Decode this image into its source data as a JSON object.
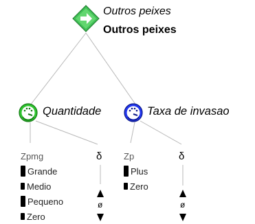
{
  "root": {
    "icon": "green-arrow-diamond-icon",
    "subtitle": "Outros peixes",
    "title": "Outros peixes",
    "color": "#22b14c"
  },
  "children": [
    {
      "label": "Quantidade",
      "icon": "green-gauge-icon",
      "color": "#22c02a",
      "variable": "Zpmg",
      "values": [
        {
          "label": "Grande",
          "level": 4
        },
        {
          "label": "Medio",
          "level": 2
        },
        {
          "label": "Pequeno",
          "level": 4
        },
        {
          "label": "Zero",
          "level": 2
        }
      ],
      "delta": "δ",
      "delta_value": "ø"
    },
    {
      "label": "Taxa de invasao",
      "icon": "blue-gauge-icon",
      "color": "#1a2ee8",
      "variable": "Zp",
      "values": [
        {
          "label": "Plus",
          "level": 4
        },
        {
          "label": "Zero",
          "level": 2
        }
      ],
      "delta": "δ",
      "delta_value": "ø"
    }
  ]
}
